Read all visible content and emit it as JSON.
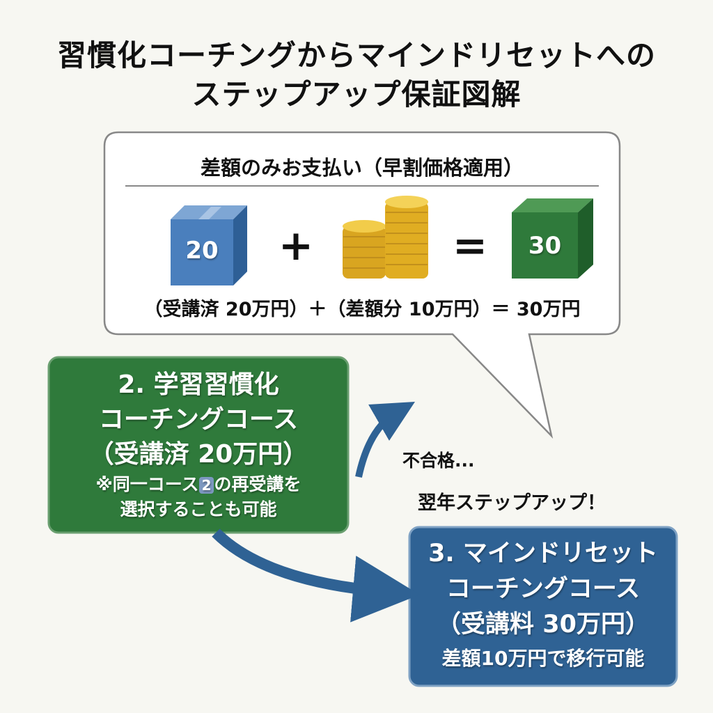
{
  "title": {
    "line1": "習慣化コーチングからマインドリセットへの",
    "line2": "ステップアップ保証図解"
  },
  "bubble": {
    "heading": "差額のみお支払い（早割価格適用）",
    "box_left_value": "20",
    "plus": "+",
    "equals": "=",
    "box_right_value": "30",
    "equation": "（受講済 20万円）＋（差額分 10万円）＝ 30万円"
  },
  "course2": {
    "line1": "2. 学習習慣化",
    "line2": "コーチングコース",
    "line3": "（受講済 20万円）",
    "note1_pre": "※同一コース",
    "note1_badge": "2",
    "note1_post": "の再受講を",
    "note2": "選択することも可能"
  },
  "fail_label": "不合格...",
  "stepup_label": "翌年ステップアップ！",
  "course3": {
    "line1": "3. マインドリセット",
    "line2": "コーチングコース",
    "line3": "（受講料 30万円）",
    "line4": "差額10万円で移行可能"
  },
  "colors": {
    "green": "#2f7a3b",
    "blue": "#2f6294",
    "gold": "#e0b52a"
  }
}
